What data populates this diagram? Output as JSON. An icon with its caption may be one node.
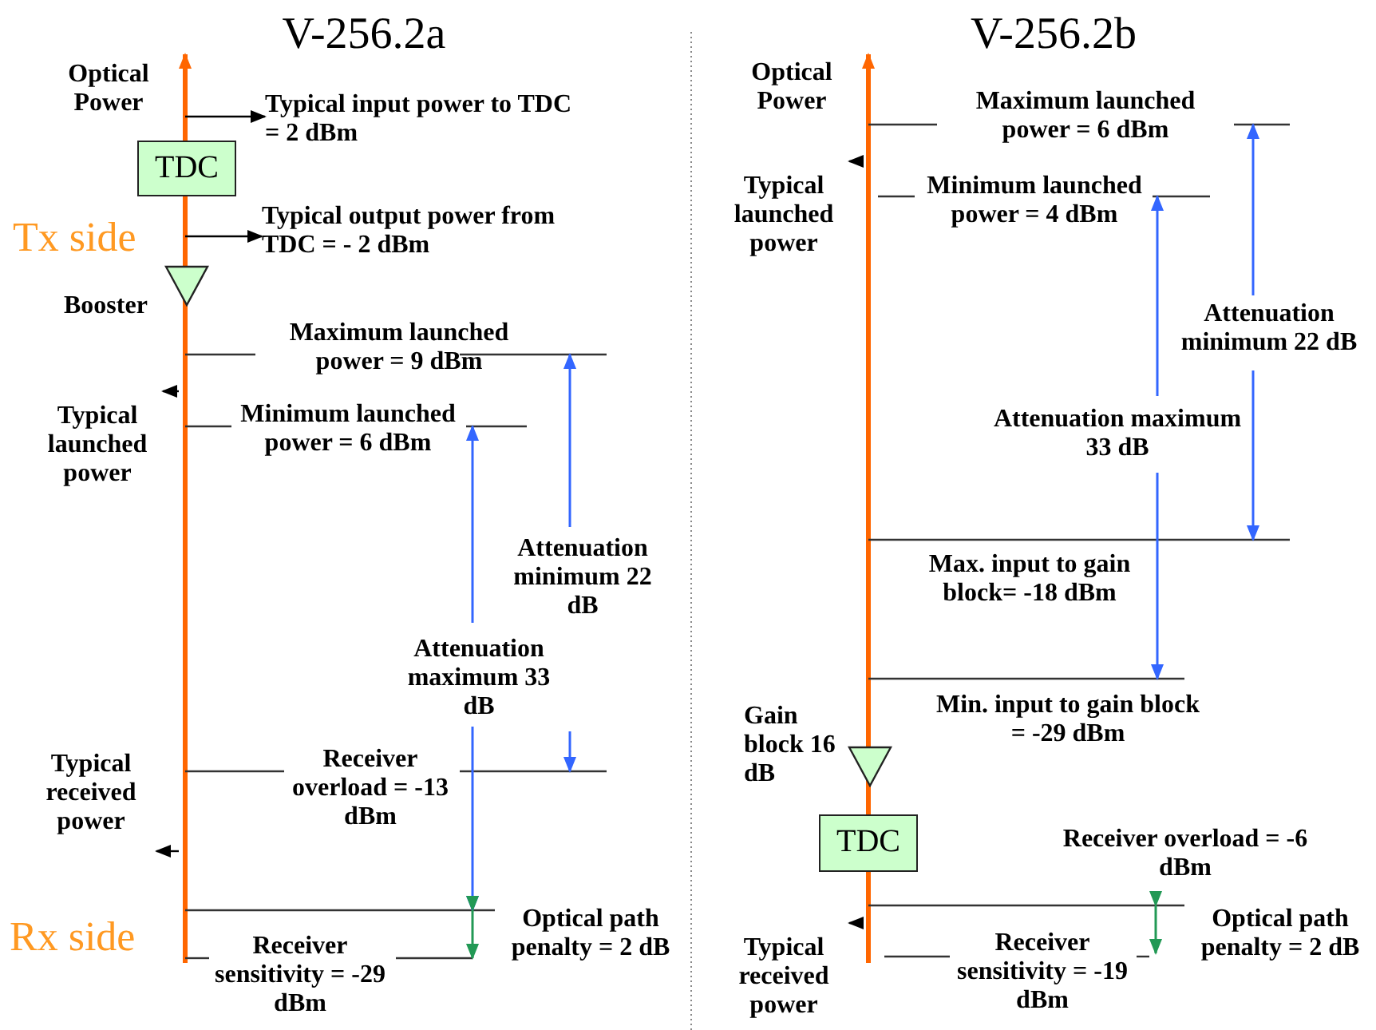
{
  "diagram": {
    "nodes": [
      {
        "text": [
          "Typical input power to TDC = 2 dBm"
        ]
      },
      {
        "text": [
          "TDC"
        ]
      },
      {
        "text": [
          "Typical output power from TDC = - 2 dBm"
        ]
      },
      {
        "text": [
          "Booster"
        ]
      },
      {
        "text": [
          "Typical launched power"
        ]
      },
      {
        "text": [
          "Typical received power"
        ]
      },
      {
        "text": [
          "Typical launched power"
        ]
      },
      {
        "text": [
          "Gain block 16 dB"
        ]
      },
      {
        "text": [
          "TDC"
        ]
      },
      {
        "text": [
          "Typical received power"
        ]
      }
    ],
    "edges": [
      {
        "from": null,
        "to": 0,
        "arrow": "to"
      },
      {
        "from": null,
        "to": 2,
        "arrow": "to"
      },
      {
        "from": null,
        "to": 4,
        "arrow": "to"
      },
      {
        "from": null,
        "to": 5,
        "arrow": "to"
      },
      {
        "from": null,
        "to": 6,
        "arrow": "to"
      },
      {
        "from": null,
        "to": 9,
        "arrow": "to"
      }
    ],
    "labels": [
      "V-256.2a",
      "Optical Power",
      "Tx side",
      "Maximum launched power = 9 dBm",
      "Minimum launched power = 6 dBm",
      "Attenuation minimum 22 dB",
      "Attenuation maximum 33 dB",
      "Receiver overload = -13 dBm",
      "Rx side",
      "Optical path penalty = 2 dB",
      "Receiver sensitivity = -29 dBm",
      "V-256.2b",
      "Optical Power",
      "Maximum launched power = 6 dBm",
      "Minimum launched power = 4 dBm",
      "Attenuation minimum 22 dB",
      "Attenuation maximum 33 dB",
      "Max. input to gain block= -18 dBm",
      "Min. input to gain block = -29 dBm",
      "Receiver overload = -6 dBm",
      "Optical path penalty = 2 dB",
      "Receiver sensitivity = -19 dBm"
    ]
  }
}
